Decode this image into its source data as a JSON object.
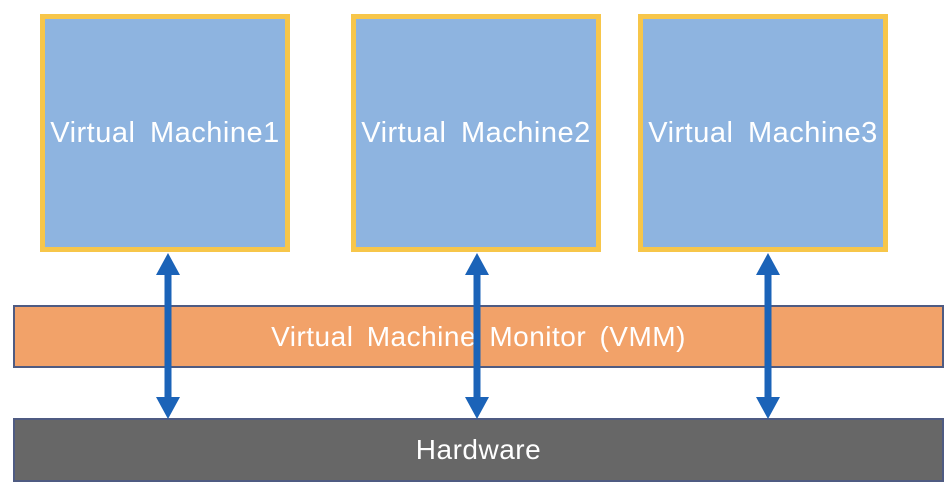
{
  "boxes": [
    {
      "label": "Virtual Machine1"
    },
    {
      "label": "Virtual Machine2"
    },
    {
      "label": "Virtual Machine3"
    }
  ],
  "vmm": {
    "label": "Virtual Machine Monitor (VMM)"
  },
  "hardware": {
    "label": "Hardware"
  },
  "arrows": [
    {
      "name": "double-headed-arrow-vm1-hardware"
    },
    {
      "name": "double-headed-arrow-vm2-hardware"
    },
    {
      "name": "double-headed-arrow-vm3-hardware"
    }
  ],
  "colors": {
    "background": "#ffffff",
    "vm_fill": "#8EB4E0",
    "vm_border": "#F7C64A",
    "vmm_fill": "#F2A269",
    "bar_border": "#4F5B82",
    "hardware_fill": "#676767",
    "arrow": "#1B63B8",
    "label_text": "#ffffff"
  }
}
